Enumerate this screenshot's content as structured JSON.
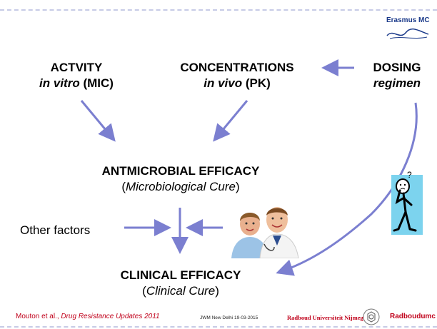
{
  "nodes": {
    "activity": {
      "line1": "ACTVITY",
      "line2_italic": "in vitro",
      "line2_rest": " (MIC)"
    },
    "concentrations": {
      "line1": "CONCENTRATIONS",
      "line2_italic": "in vivo",
      "line2_rest": " (PK)"
    },
    "dosing": {
      "line1": "DOSING",
      "line2": "regimen"
    },
    "antimicrobial": {
      "line1": "ANTMICROBIAL EFFICACY",
      "open": "(",
      "line2_italic": "Microbiological Cure",
      "close": ")"
    },
    "clinical": {
      "line1": "CLINICAL EFFICACY",
      "open": "(",
      "line2_italic": "Clinical Cure",
      "close": ")"
    },
    "other_factors": "Other factors"
  },
  "logo": {
    "text": "Erasmus MC"
  },
  "footer": {
    "citation_authors": "Mouton et al., ",
    "citation_journal": "Drug Resistance Updates 2011",
    "event": "JWM New Delhi 19-03-2015",
    "university": "Radboud Universiteit Nijmegen",
    "brand": "Radboudumc"
  },
  "colors": {
    "arrow": "#7b7fd0",
    "accent_red": "#c0001a",
    "logo_blue": "#1b3a8a"
  },
  "images": {
    "doctors_photo": "two-doctors-photo",
    "thinking_figure": "thinking-stick-figure"
  }
}
